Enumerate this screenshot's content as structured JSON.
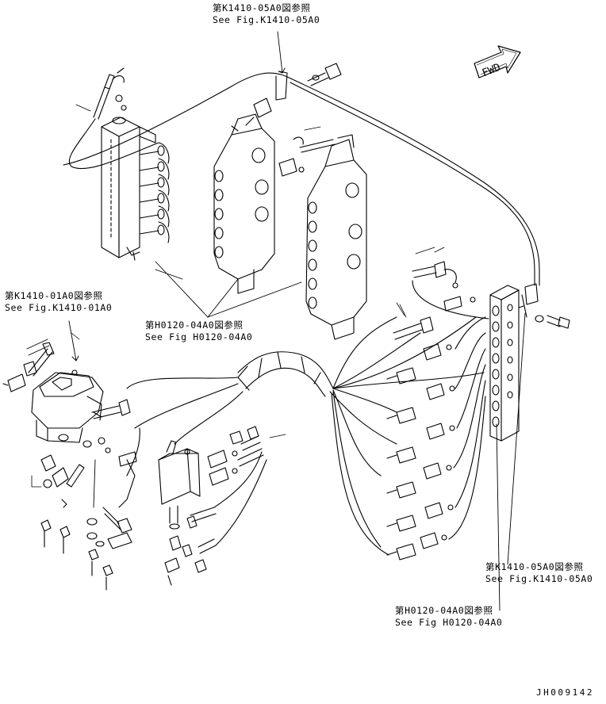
{
  "refs": {
    "top": {
      "jp": "第K1410-05A0図参照",
      "en": "See Fig.K1410-05A0"
    },
    "left": {
      "jp": "第K1410-01A0図参照",
      "en": "See Fig.K1410-01A0"
    },
    "middle": {
      "jp": "第H0120-04A0図参照",
      "en": "See Fig H0120-04A0"
    },
    "bottom_right_a": {
      "jp": "第K1410-05A0図参照",
      "en": "See Fig.K1410-05A0"
    },
    "bottom_right_b": {
      "jp": "第H0120-04A0図参照",
      "en": "See Fig H0120-04A0"
    }
  },
  "fwd_label": "FWD",
  "drawing_id": "JH009142"
}
